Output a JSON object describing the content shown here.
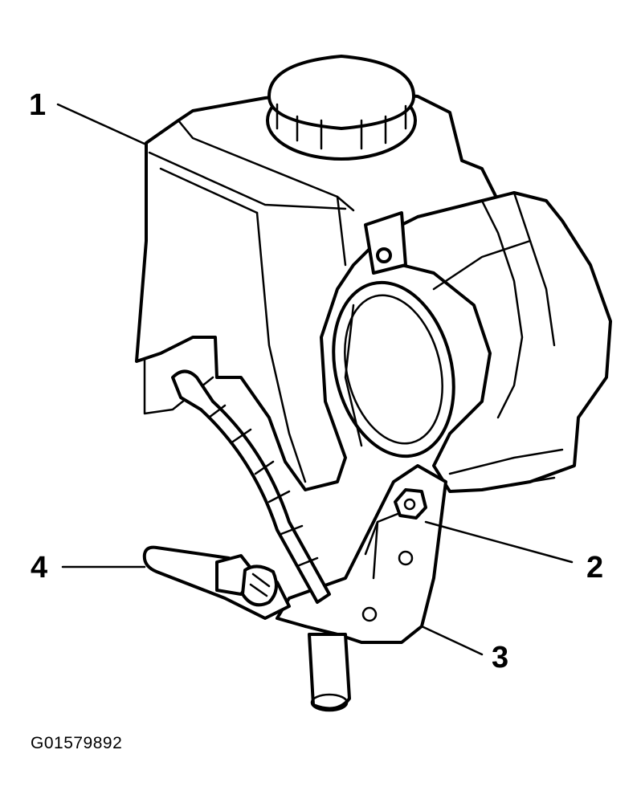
{
  "callouts": {
    "one": "1",
    "two": "2",
    "three": "3",
    "four": "4"
  },
  "figure_id": "G01579892"
}
